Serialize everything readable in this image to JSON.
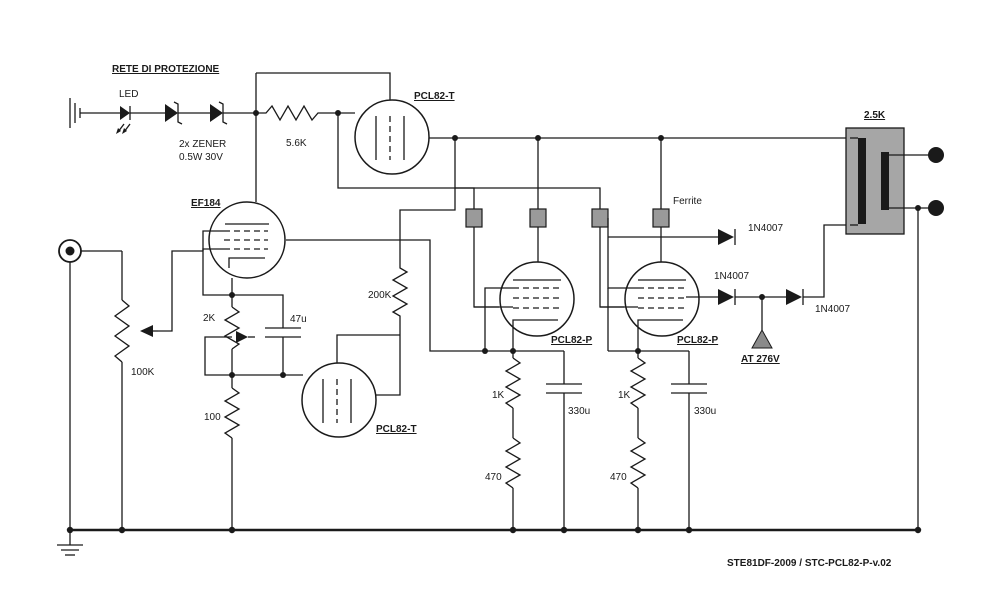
{
  "labels": {
    "protection_network": "RETE DI PROTEZIONE",
    "led": "LED",
    "zener_qty": "2x ZENER",
    "zener_spec": "0.5W 30V",
    "r_5k6": "5.6K",
    "tube_pcl82t_top": "PCL82-T",
    "tube_ef184": "EF184",
    "pot_100k": "100K",
    "trim_2k": "2K",
    "cap_47u": "47u",
    "r_100": "100",
    "r_200k": "200K",
    "tube_pcl82t_bottom": "PCL82-T",
    "tube_pcl82p_1": "PCL82-P",
    "tube_pcl82p_2": "PCL82-P",
    "r_1k_a": "1K",
    "r_470_a": "470",
    "cap_330u_a": "330u",
    "r_1k_b": "1K",
    "r_470_b": "470",
    "cap_330u_b": "330u",
    "ferrite": "Ferrite",
    "diode_1": "1N4007",
    "diode_2": "1N4007",
    "diode_3": "1N4007",
    "supply": "AT 276V",
    "transformer": "2.5K",
    "footer": "STE81DF-2009 /  STC-PCL82-P-v.02"
  },
  "colors": {
    "wire": "#1a1a1a",
    "transformer_body": "#a6a6a6",
    "ferrite_bead": "#9a9a9a",
    "supply_arrow": "#8a8a8a"
  }
}
